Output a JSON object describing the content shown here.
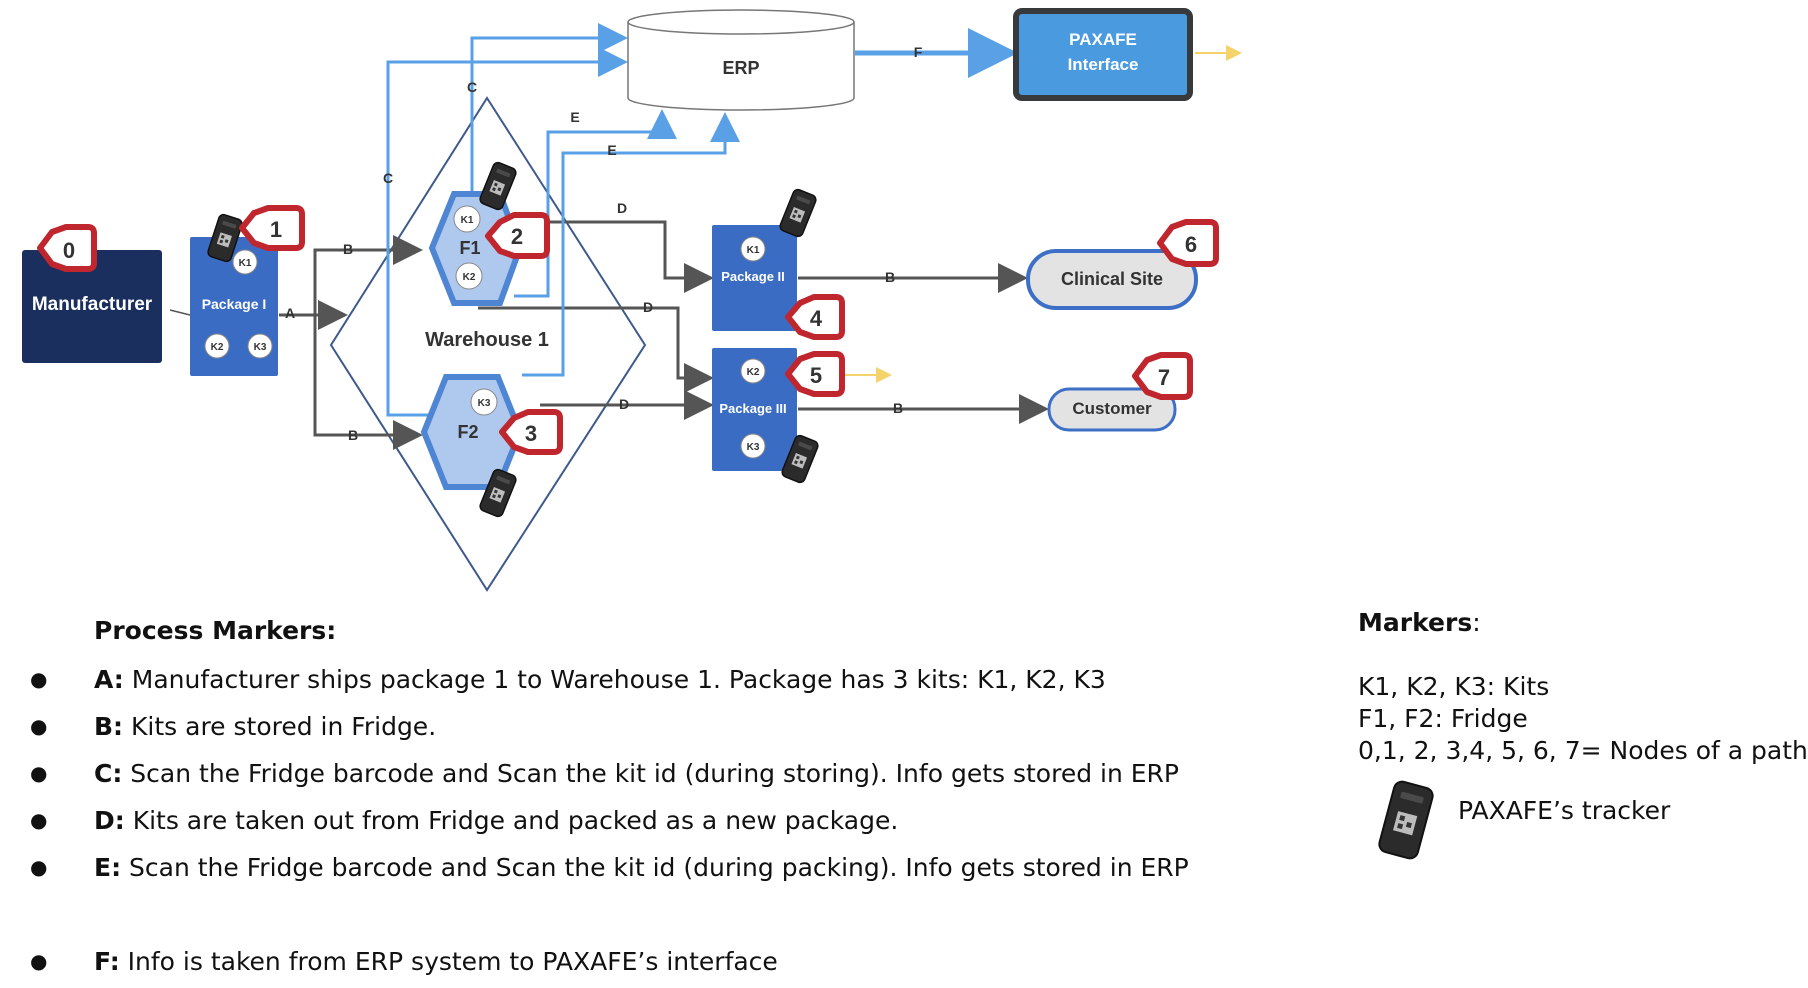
{
  "nodes": {
    "manufacturer": "Manufacturer",
    "package1": "Package I",
    "package2": "Package II",
    "package3": "Package III",
    "erp": "ERP",
    "paxafe_line1": "PAXAFE",
    "paxafe_line2": "Interface",
    "warehouse": "Warehouse 1",
    "fridge1": "F1",
    "fridge2": "F2",
    "clinical_site": "Clinical Site",
    "customer": "Customer"
  },
  "kits": {
    "k1": "K1",
    "k2": "K2",
    "k3": "K3"
  },
  "markers": [
    "0",
    "1",
    "2",
    "3",
    "4",
    "5",
    "6",
    "7"
  ],
  "edge_labels": {
    "a": "A",
    "b": "B",
    "c": "C",
    "d": "D",
    "e": "E",
    "f": "F"
  },
  "process": {
    "title": "Process Markers:",
    "items": [
      {
        "key": "A:",
        "text": " Manufacturer ships package 1 to Warehouse 1. Package has 3 kits: K1, K2, K3"
      },
      {
        "key": "B:",
        "text": " Kits are stored in Fridge."
      },
      {
        "key": "C:",
        "text": " Scan the Fridge barcode and Scan the kit id (during storing). Info gets stored in ERP"
      },
      {
        "key": "D:",
        "text": " Kits are taken out from Fridge and packed as a new package."
      },
      {
        "key": "E:",
        "text": " Scan the Fridge barcode and Scan the kit id (during packing). Info gets stored in ERP"
      },
      {
        "key": "F:",
        "text": "  Info is taken from ERP system to PAXAFE’s interface"
      }
    ]
  },
  "legend": {
    "title": "Markers",
    "colon": ":",
    "kits": "K1, K2, K3: Kits",
    "fridge": "F1, F2: Fridge",
    "nodes": "0,1, 2, 3,4, 5, 6, 7= Nodes of a path",
    "tracker": "PAXAFE’s tracker"
  },
  "colors": {
    "navy": "#1a2f5e",
    "package_blue": "#3b6cc4",
    "erp_line": "#5aa0e6",
    "paxafe_fill": "#4a9ae0",
    "marker_red": "#c0262d",
    "fridge_fill": "#aec8ee",
    "fridge_border": "#4f86d4",
    "site_fill": "#e3e3e3",
    "site_border": "#3e6fc6",
    "flow_gray": "#555555"
  }
}
